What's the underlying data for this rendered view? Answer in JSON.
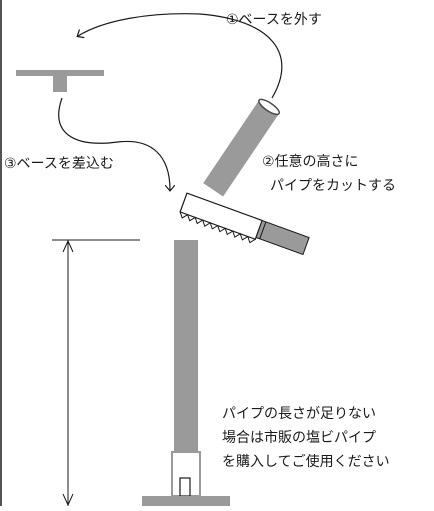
{
  "steps": {
    "step1": "①ベースを外す",
    "step2_line1": "②任意の高さに",
    "step2_line2": "パイプをカットする",
    "step3": "③ベースを差込む"
  },
  "note": {
    "line1": "パイプの長さが足りない",
    "line2": "場合は市販の塩ビパイプ",
    "line3": "を購入してご使用ください"
  },
  "colors": {
    "pipe": "#9a9a9a",
    "pipe_dark": "#4a4a4a",
    "line": "#1a1a1a",
    "background": "#ffffff"
  }
}
